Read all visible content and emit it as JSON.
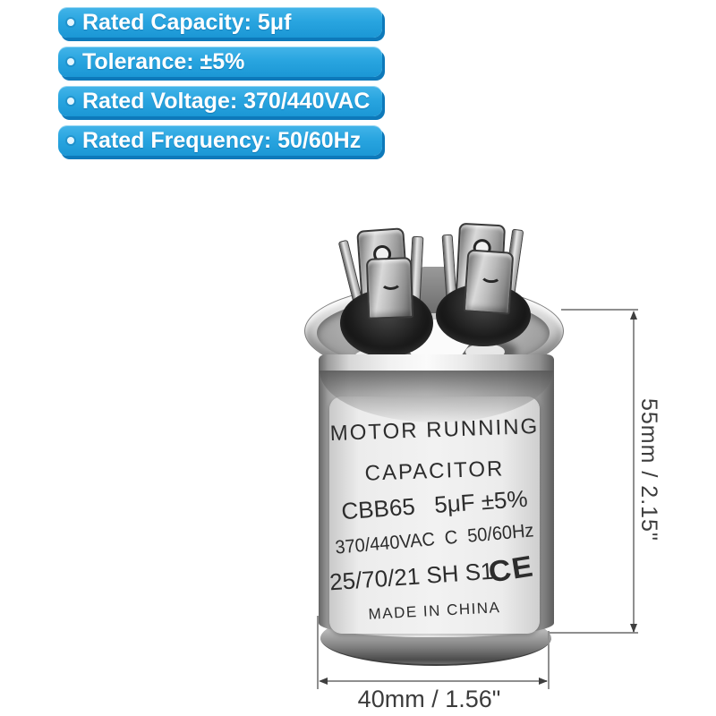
{
  "badges": {
    "items": [
      {
        "label": "Rated Capacity: 5μf"
      },
      {
        "label": "Tolerance: ±5%"
      },
      {
        "label": "Rated Voltage: 370/440VAC"
      },
      {
        "label": "Rated Frequency: 50/60Hz"
      }
    ]
  },
  "capacitor_label": {
    "title_line1": "MOTOR RUNNING",
    "title_line2": "CAPACITOR",
    "model_line": "CBB65   5μF ±5%",
    "rating_line": "370/440VAC  C  50/60Hz",
    "spec_line": "25/70/21 SH S1",
    "ce_mark": "CE",
    "origin_line": "MADE IN CHINA"
  },
  "dimensions": {
    "height_label": "55mm / 2.15\"",
    "width_label": "40mm / 1.56\""
  },
  "colors": {
    "badge_blue": "#29a5e0",
    "badge_shadow": "#0d79ba",
    "badge_text": "#ffffff",
    "label_text": "#2d2d2d",
    "dimension_line": "#8f8f8f",
    "dimension_text": "#3c3c3c"
  }
}
